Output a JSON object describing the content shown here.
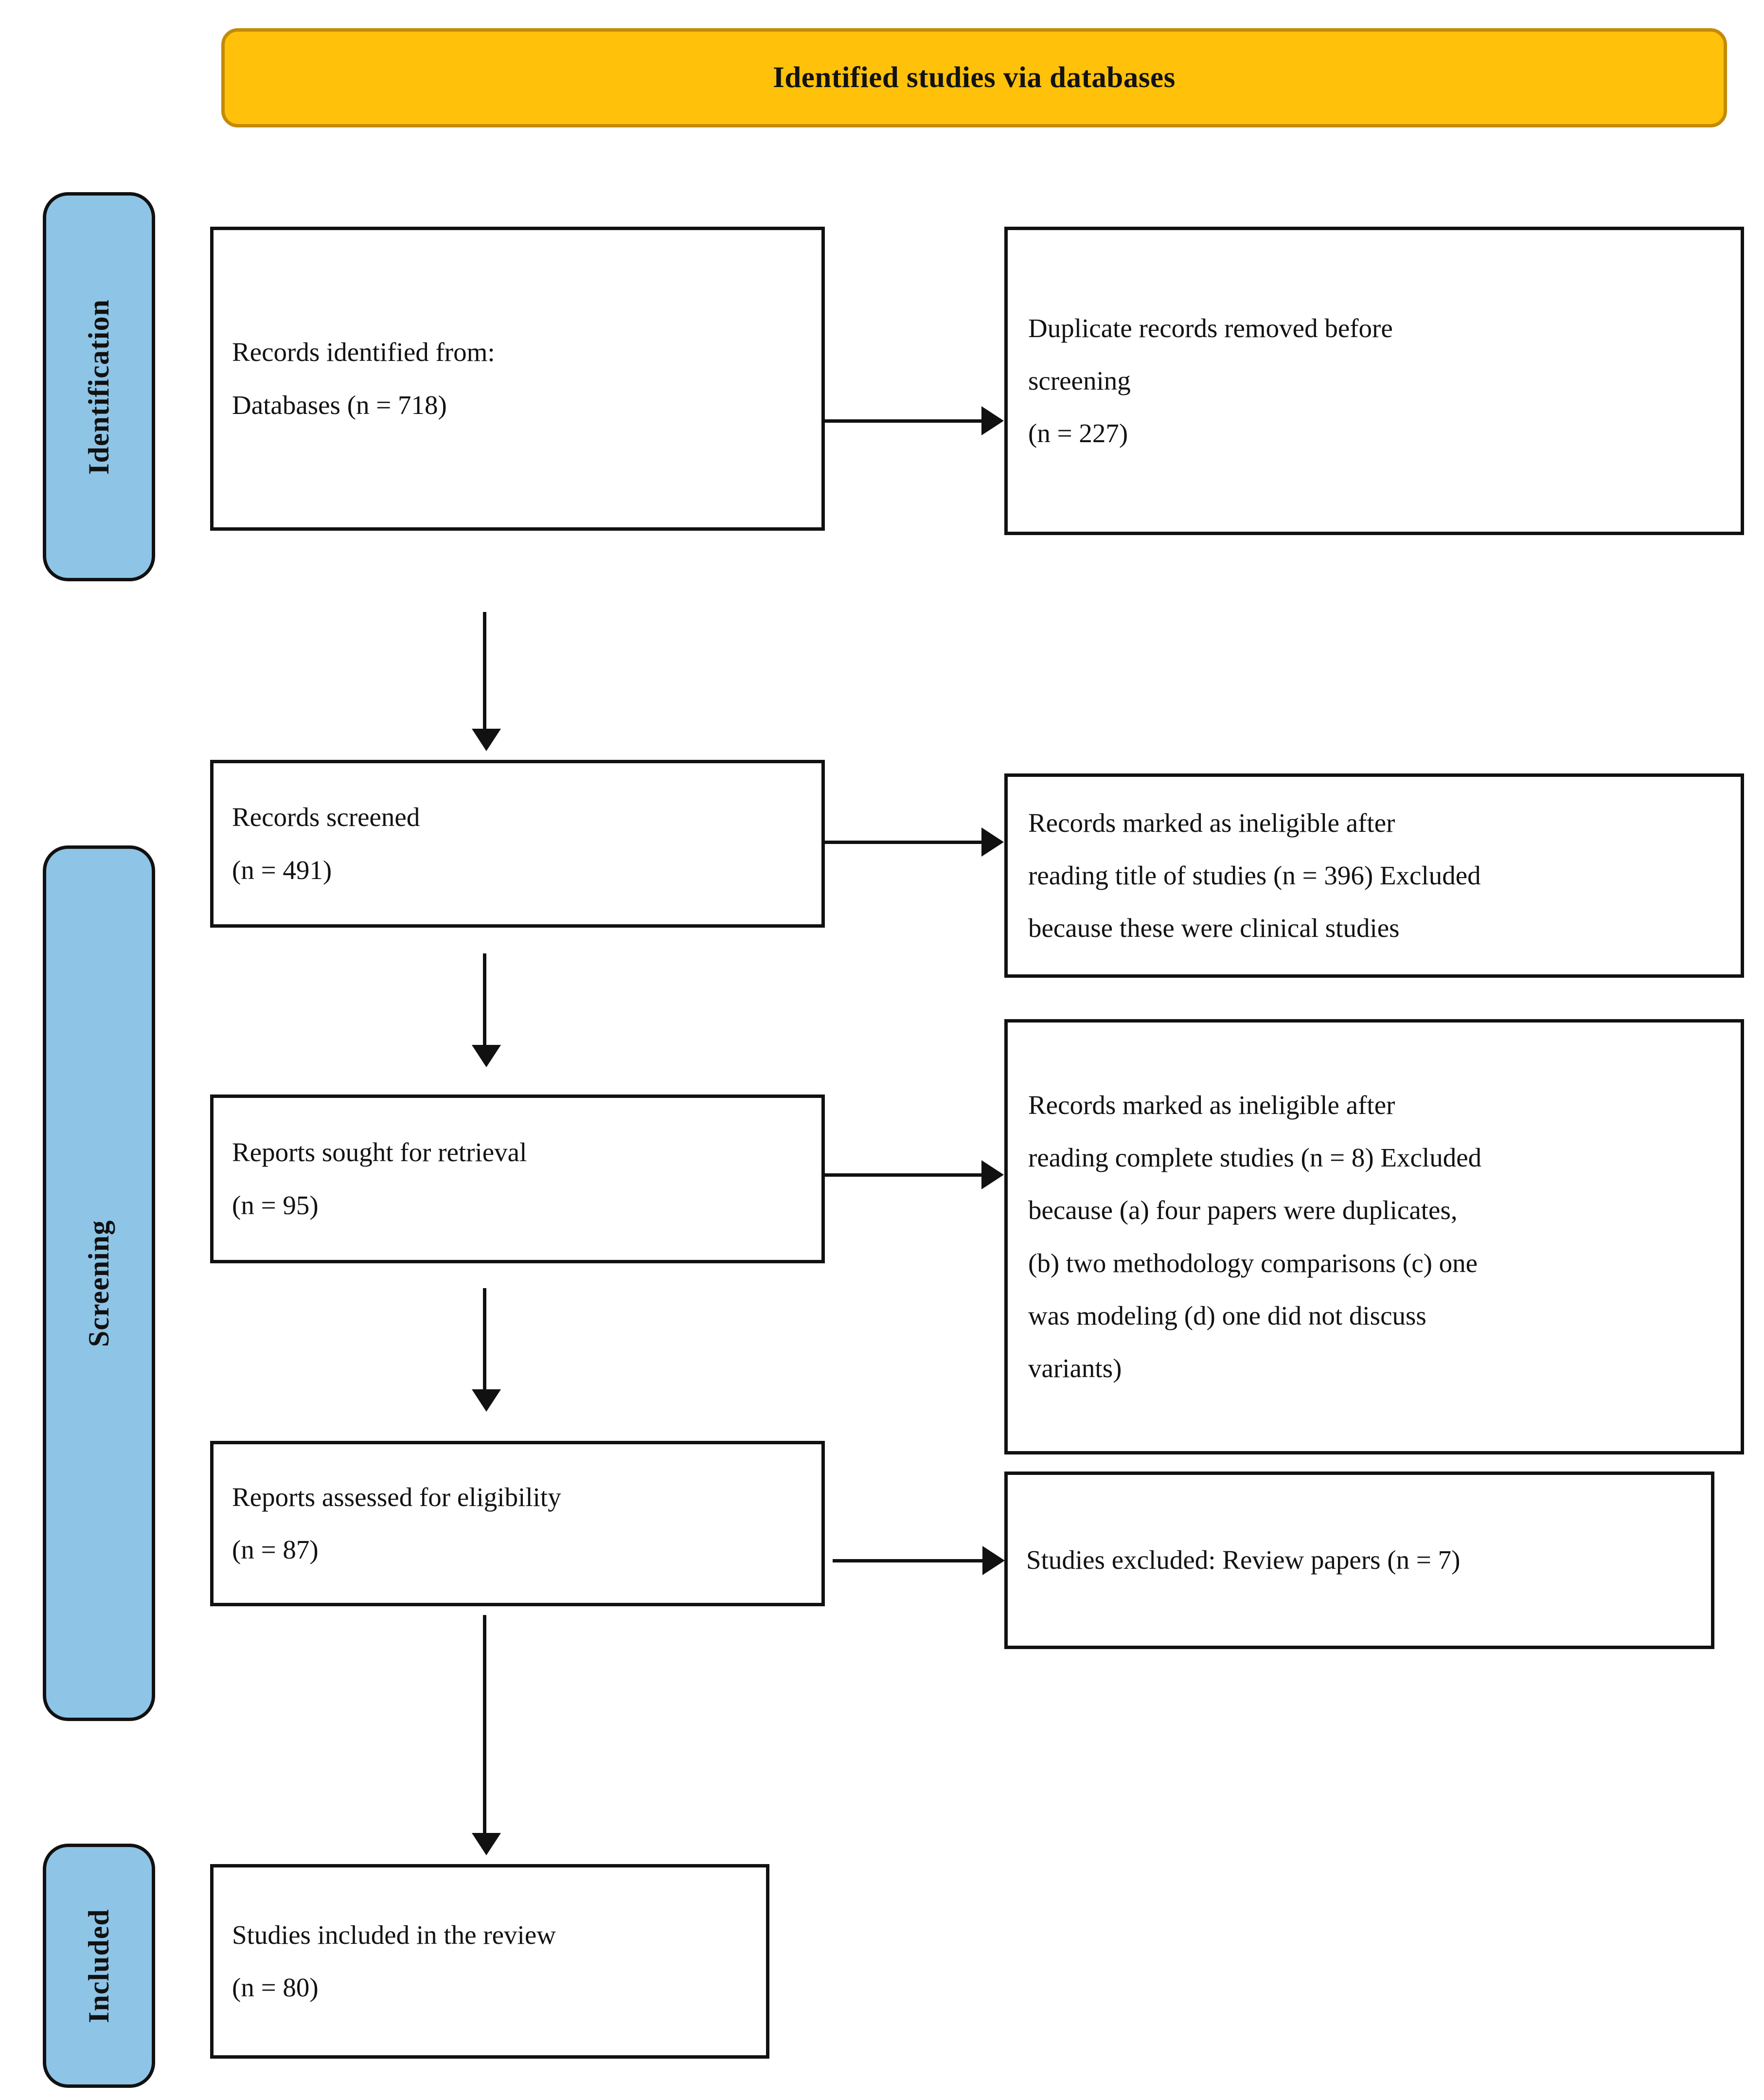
{
  "header": {
    "title": "Identified studies via databases",
    "banner_color": "#FFC10A",
    "banner_border_color": "#C48A07"
  },
  "stages": {
    "accent_color": "#8EC4E6",
    "identification": "Identification",
    "screening": "Screening",
    "included": "Included"
  },
  "boxes": {
    "identified": {
      "line1": "Records identified from:",
      "line2": "Databases (n = 718)"
    },
    "duplicates": {
      "line1": "Duplicate records removed before",
      "line2": "screening",
      "line3": " (n = 227)"
    },
    "screened": {
      "line1": "Records screened",
      "line2": "(n = 491)"
    },
    "ineligible_title": {
      "line1": "Records marked as ineligible after",
      "line2": "reading title of studies (n = 396) Excluded",
      "line3": "because these were clinical studies"
    },
    "sought": {
      "line1": "Reports sought for retrieval",
      "line2": "(n = 95)"
    },
    "ineligible_full": {
      "line1": "Records marked as ineligible after",
      "line2": "reading complete studies (n = 8) Excluded",
      "line3": "because (a) four papers were duplicates,",
      "line4": "(b) two methodology comparisons (c) one",
      "line5": "was modeling (d) one did not discuss",
      "line6": "variants)"
    },
    "assessed": {
      "line1": "Reports assessed for eligibility",
      "line2": "(n = 87)"
    },
    "review_excluded": {
      "line1": "Studies excluded: Review papers (n = 7)"
    },
    "included": {
      "line1": "Studies included in the review",
      "line2": "(n = 80)"
    }
  },
  "counts": {
    "databases_identified": 718,
    "duplicates_removed": 227,
    "records_screened": 491,
    "ineligible_by_title": 396,
    "reports_sought": 95,
    "ineligible_full_text": 8,
    "reports_assessed": 87,
    "review_papers_excluded": 7,
    "studies_included": 80
  }
}
